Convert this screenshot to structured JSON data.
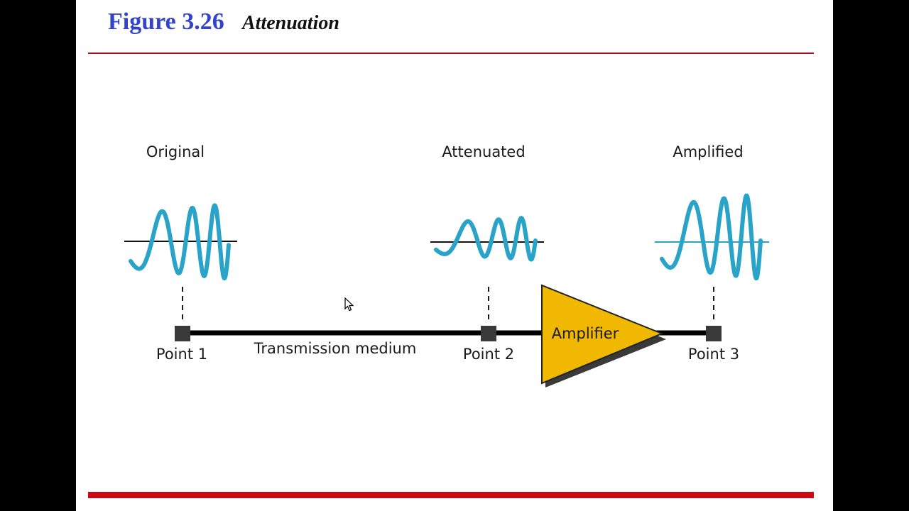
{
  "figure": {
    "number": "Figure 3.26",
    "title": "Attenuation"
  },
  "labels": {
    "original": "Original",
    "attenuated": "Attenuated",
    "amplified": "Amplified",
    "point1": "Point 1",
    "point2": "Point 2",
    "point3": "Point 3",
    "medium": "Transmission medium",
    "amplifier": "Amplifier"
  },
  "colors": {
    "signal": "#2aa3c8",
    "amplifier_fill": "#f0b800",
    "title_blue": "#3344cc",
    "rule_red": "#cc0a14",
    "point_marker": "#3a3a3a"
  },
  "icons": {
    "cursor": "mouse-pointer-icon"
  }
}
